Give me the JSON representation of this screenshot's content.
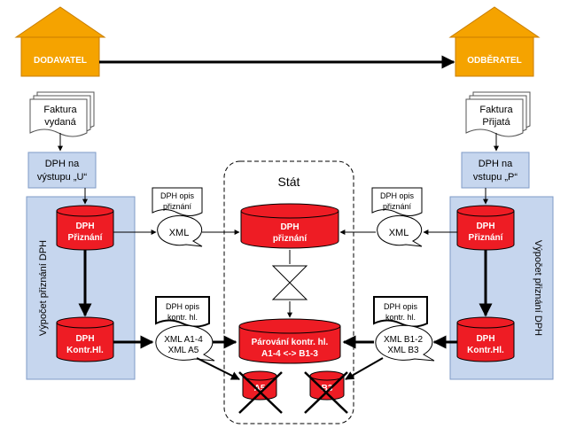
{
  "parties": {
    "supplier": "DODAVATEL",
    "customer": "ODBĚRATEL"
  },
  "invoices": {
    "issued": [
      "Faktura",
      "vydaná"
    ],
    "received": [
      "Faktura",
      "Přijatá"
    ]
  },
  "vat_boxes": {
    "output": [
      "DPH na",
      "výstupu „U“"
    ],
    "input": [
      "DPH na",
      "vstupu „P“"
    ]
  },
  "side_labels": {
    "left": "Výpočet přiznání DPH",
    "right": "Výpočet přiznání DPH"
  },
  "databases": {
    "left_return": [
      "DPH",
      "Přiznání"
    ],
    "left_control": [
      "DPH",
      "Kontr.Hl."
    ],
    "right_return": [
      "DPH",
      "Přiznání"
    ],
    "right_control": [
      "DPH",
      "Kontr.Hl."
    ],
    "state_return": [
      "DPH",
      "přiznání"
    ],
    "state_matching": [
      "Párování kontr. hl.",
      "A1-4 <-> B1-3"
    ],
    "a5": "A5",
    "b3": "B3"
  },
  "documents": {
    "left_return_copy": [
      "DPH opis",
      "přiznání"
    ],
    "right_return_copy": [
      "DPH opis",
      "přiznání"
    ],
    "left_control_copy": [
      "DPH opis",
      "kontr. hl."
    ],
    "right_control_copy": [
      "DPH opis",
      "kontr. hl."
    ]
  },
  "xml": {
    "left_return": "XML",
    "right_return": "XML",
    "left_control": [
      "XML A1-4",
      "XML A5"
    ],
    "right_control": [
      "XML B1-2",
      "XML B3"
    ]
  },
  "state": {
    "title": "Stát"
  },
  "colors": {
    "house_fill": "#f5a300",
    "house_stroke": "#c97e00",
    "db_red": "#ee1c24",
    "blue_panel": "#c6d6ee",
    "blue_panel_stroke": "#7f9bc7",
    "line": "#000000"
  }
}
